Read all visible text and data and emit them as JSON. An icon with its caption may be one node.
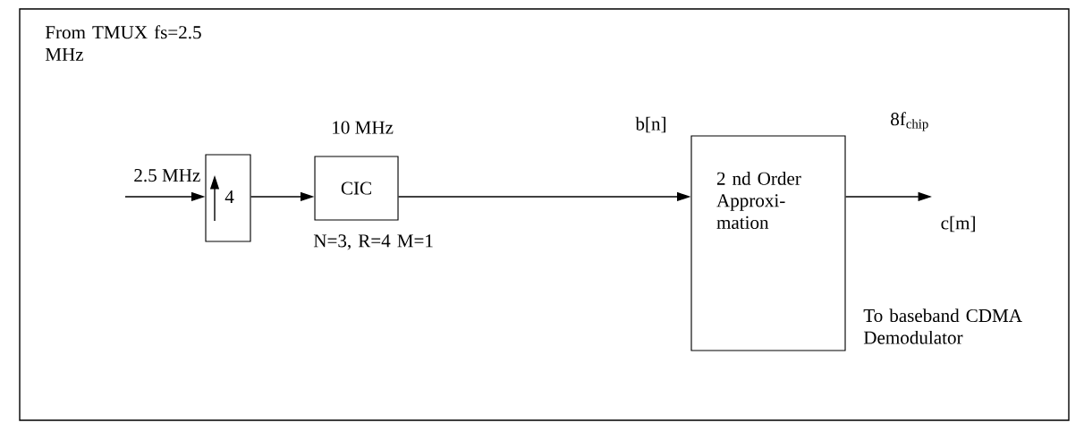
{
  "diagram": {
    "nodes": [
      {
        "text": [
          "4"
        ]
      },
      {
        "text": [
          "CIC"
        ],
        "beside": [
          "10 MHz",
          "N=3, R=4 M=1"
        ]
      },
      {
        "text": [
          "2 nd Order Approxi- mation"
        ]
      }
    ],
    "edges": [
      {
        "from": null,
        "to": 0,
        "arrow": "to",
        "label": "2.5 MHz"
      },
      {
        "from": 0,
        "to": 1,
        "arrow": "to"
      },
      {
        "from": 1,
        "to": 2,
        "arrow": "to",
        "label": "b[n]"
      },
      {
        "from": 2,
        "to": null,
        "arrow": "to",
        "label": "c[m]"
      }
    ],
    "labels": [
      "From TMUX fs=2.5 MHz",
      "8f$_{chip}$",
      "To baseband CDMA Demodulator"
    ]
  }
}
